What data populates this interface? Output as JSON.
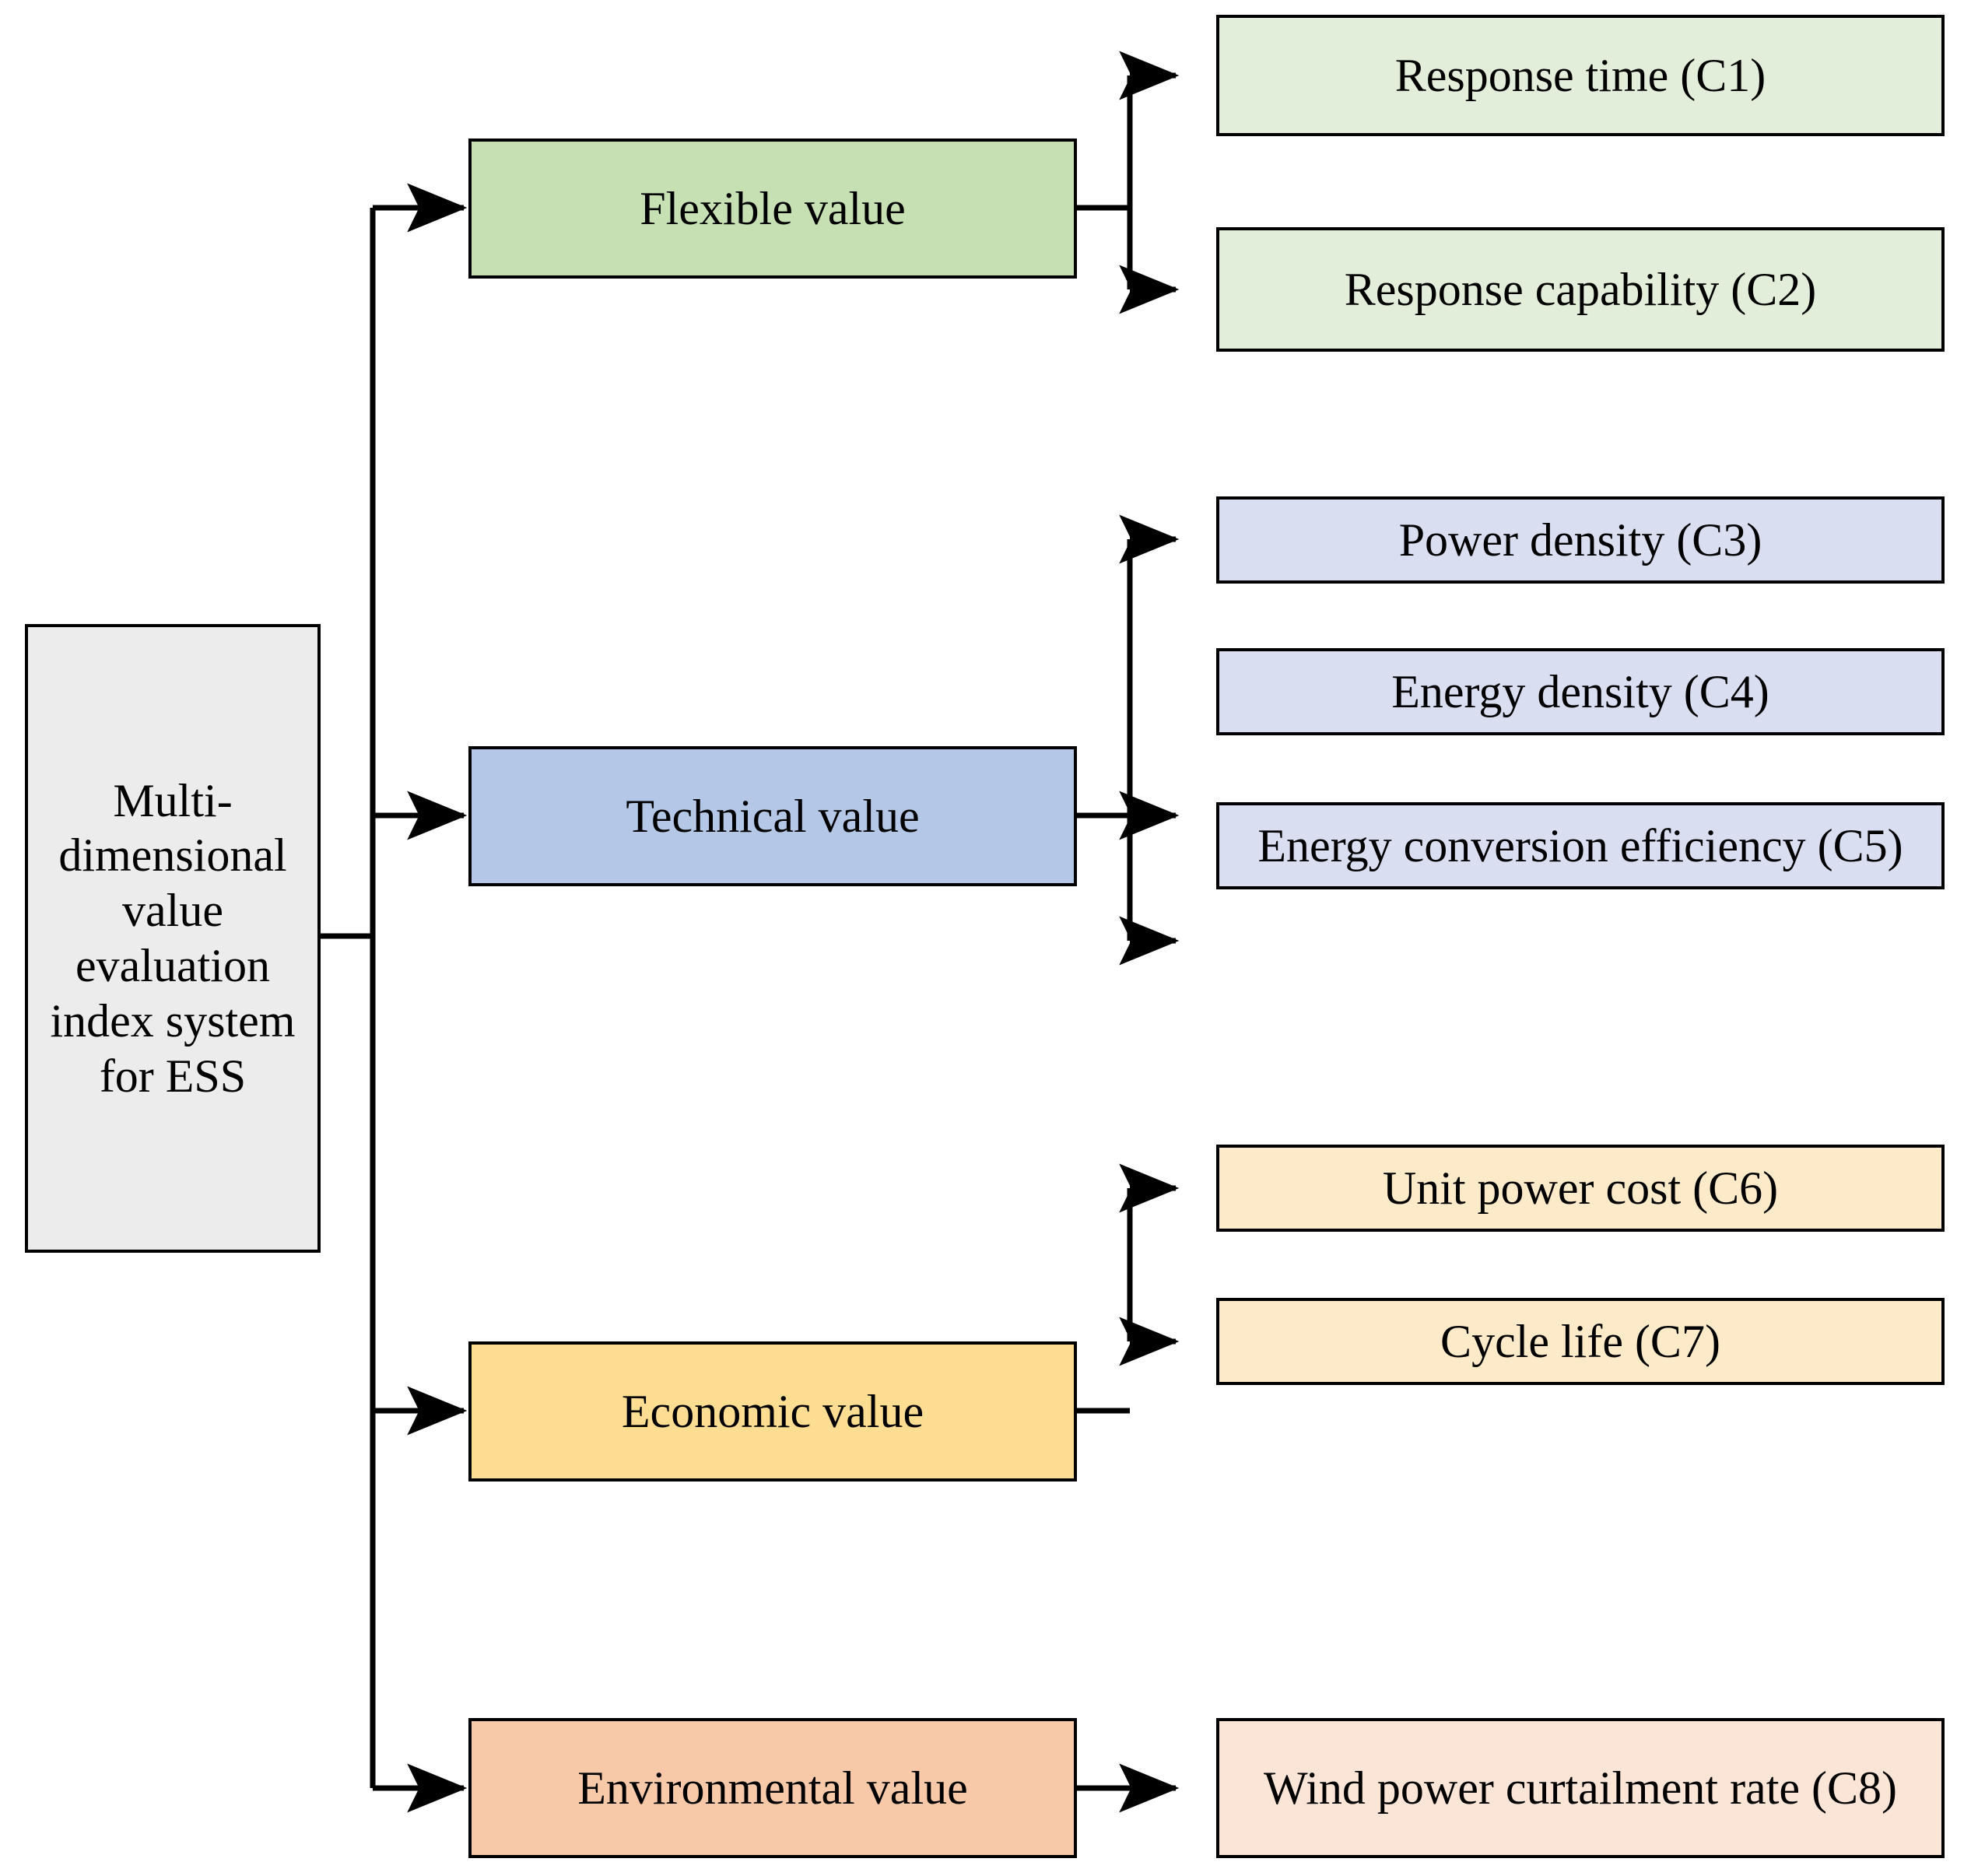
{
  "diagram": {
    "type": "hierarchy-tree",
    "title": "Multi-dimensional value evaluation index system for ESS",
    "orientation": "left-to-right",
    "background_color": "#ffffff",
    "edge_color": "#000000"
  },
  "root": {
    "label": "Multi-dimensional value evaluation index system for ESS",
    "fill": "#ececec",
    "stroke": "#000000"
  },
  "categories": [
    {
      "id": "flexible",
      "label": "Flexible value",
      "fill": "#c6e0b3",
      "stroke": "#000000",
      "leaf_fill": "#e2eed9",
      "indicators": [
        {
          "id": "c1",
          "label": "Response time (C1)",
          "code": "C1"
        },
        {
          "id": "c2",
          "label": "Response capability (C2)",
          "code": "C2"
        }
      ]
    },
    {
      "id": "technical",
      "label": "Technical value",
      "fill": "#b4c7e7",
      "stroke": "#000000",
      "leaf_fill": "#d9def1",
      "indicators": [
        {
          "id": "c3",
          "label": "Power density (C3)",
          "code": "C3"
        },
        {
          "id": "c4",
          "label": "Energy density (C4)",
          "code": "C4"
        },
        {
          "id": "c5",
          "label": "Energy conversion efficiency (C5)",
          "code": "C5"
        }
      ]
    },
    {
      "id": "economic",
      "label": "Economic value",
      "fill": "#fcdd92",
      "stroke": "#000000",
      "leaf_fill": "#fdeac9",
      "indicators": [
        {
          "id": "c6",
          "label": "Unit power cost (C6)",
          "code": "C6"
        },
        {
          "id": "c7",
          "label": "Cycle life (C7)",
          "code": "C7"
        }
      ]
    },
    {
      "id": "environmental",
      "label": "Environmental value",
      "fill": "#f7c9a8",
      "stroke": "#000000",
      "leaf_fill": "#fbe5d7",
      "indicators": [
        {
          "id": "c8",
          "label": "Wind power curtailment rate (C8)",
          "code": "C8"
        }
      ]
    }
  ]
}
